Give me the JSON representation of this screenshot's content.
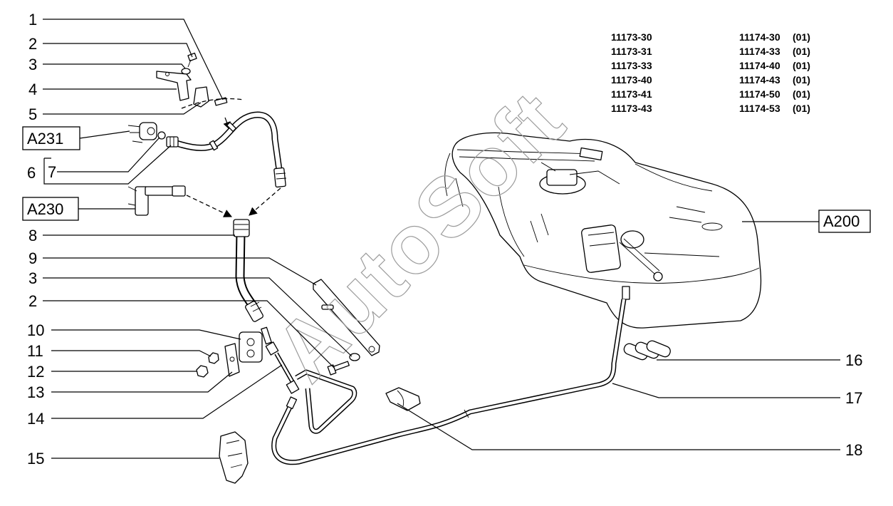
{
  "labels_left": [
    "1",
    "2",
    "3",
    "4",
    "5",
    "A231",
    "6",
    "7",
    "A230",
    "8",
    "9",
    "3",
    "2",
    "10",
    "11",
    "12",
    "13",
    "14",
    "15"
  ],
  "labels_right": [
    "A200",
    "16",
    "17",
    "18"
  ],
  "model_codes": [
    {
      "code": "11173-30",
      "code2": "11174-30",
      "variant": "(01)"
    },
    {
      "code": "11173-31",
      "code2": "11174-33",
      "variant": "(01)"
    },
    {
      "code": "11173-33",
      "code2": "11174-40",
      "variant": "(01)"
    },
    {
      "code": "11173-40",
      "code2": "11174-43",
      "variant": "(01)"
    },
    {
      "code": "11173-41",
      "code2": "11174-50",
      "variant": "(01)"
    },
    {
      "code": "11173-43",
      "code2": "11174-53",
      "variant": "(01)"
    }
  ],
  "watermark": "AutoSoft"
}
